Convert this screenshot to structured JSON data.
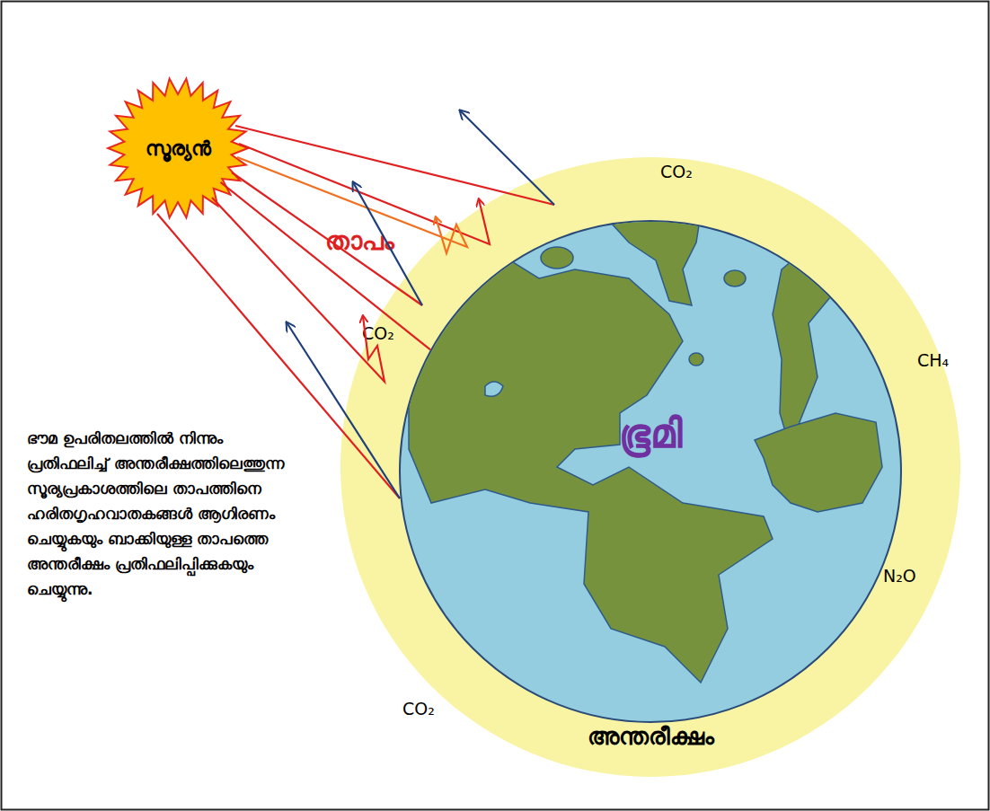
{
  "diagram": {
    "nodes": [
      {
        "text": [
          "സൂര്യൻ"
        ]
      },
      {
        "text": [
          "അന്തരീക്ഷം"
        ]
      },
      {
        "text": [
          "ഭൂമി"
        ],
        "in": 1
      }
    ],
    "edges": [
      {
        "from": 0,
        "to": 2,
        "arrow": "none"
      }
    ],
    "labels": [
      "താപം",
      "CO₂",
      "CO₂",
      "CH₄",
      "CO₂",
      "N₂O",
      "ഭൗമ ഉപരിതലത്തിൽ നിന്നും പ്രതിഫലിച്ച് അന്തരീക്ഷത്തിലെത്തുന്ന സൂര്യപ്രകാശത്തിലെ താപത്തിനെ ഹരിതഗൃഹവാതകങ്ങൾ ആഗിരണം ചെയ്യുകയും ബാക്കിയുള്ള താപത്തെ അന്തരീക്ഷം പ്രതിഫലിപ്പിക്കുകയും ചെയ്യുന്നു."
    ]
  }
}
